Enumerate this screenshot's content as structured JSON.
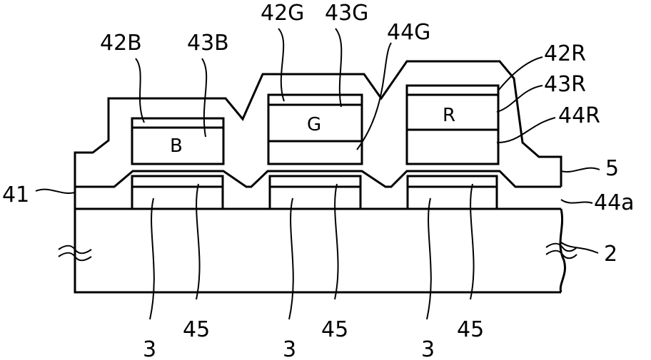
{
  "labels": {
    "l42B": "42B",
    "l43B": "43B",
    "l42G": "42G",
    "l43G": "43G",
    "l44G": "44G",
    "l42R": "42R",
    "l43R": "43R",
    "l44R": "44R",
    "l5": "5",
    "l41": "41",
    "l44a": "44a",
    "l2": "2",
    "l3a": "3",
    "l3b": "3",
    "l3c": "3",
    "l45a": "45",
    "l45b": "45",
    "l45c": "45"
  },
  "pixel_letters": {
    "blue": "B",
    "green": "G",
    "red": "R"
  }
}
